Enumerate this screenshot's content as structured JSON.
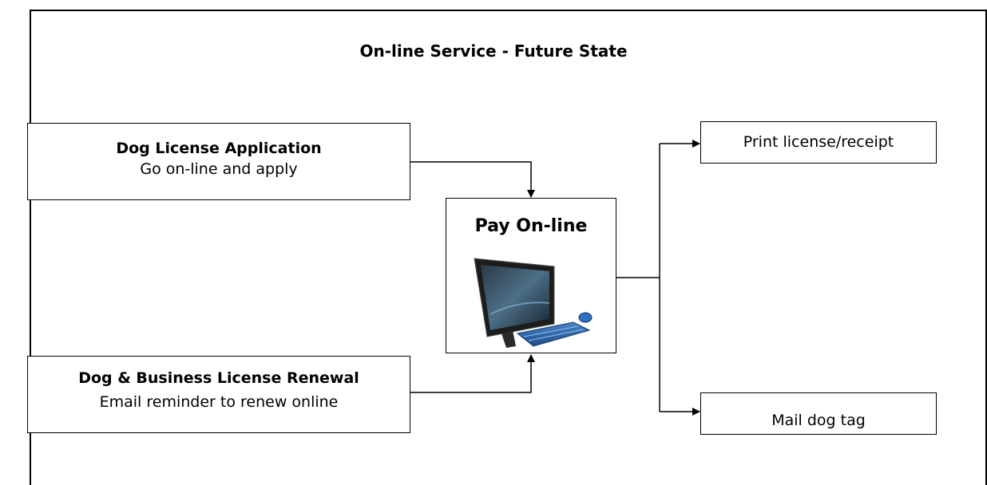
{
  "title": "On-line Service - Future State",
  "application_box": {
    "heading": "Dog License Application",
    "subtext": "Go on-line and apply"
  },
  "renewal_box": {
    "heading": "Dog & Business License Renewal",
    "subtext": "Email reminder to renew online"
  },
  "pay_box": {
    "label": "Pay On-line",
    "icon": "computer-icon"
  },
  "print_box": {
    "label": "Print license/receipt"
  },
  "mail_box": {
    "label": "Mail dog tag"
  }
}
